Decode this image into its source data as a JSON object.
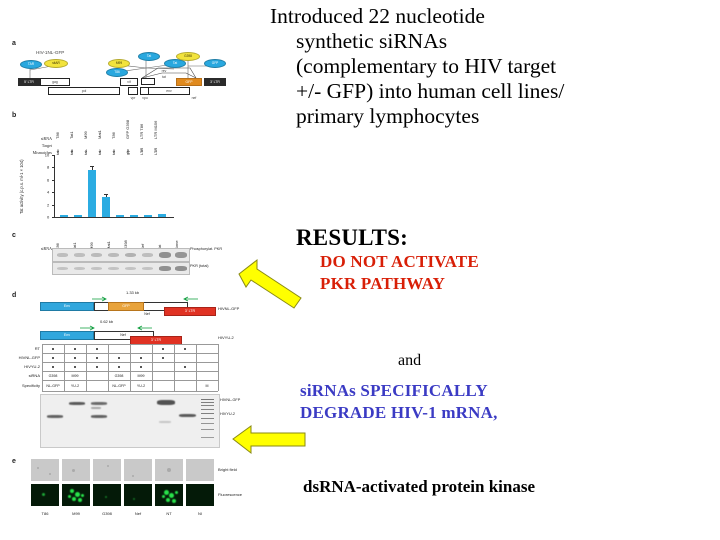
{
  "slide": {
    "title_lines": [
      "Introduced 22 nucleotide",
      "synthetic siRNAs",
      "(complementary to HIV target",
      "+/- GFP) into human cell lines/",
      "primary lymphocytes"
    ],
    "results_heading": "RESULTS:",
    "red_lines": [
      "DO NOT ACTIVATE",
      "PKR PATHWAY"
    ],
    "connector": "and",
    "blue_lines": [
      "siRNAs SPECIFICALLY",
      "DEGRADE HIV-1 mRNA,"
    ],
    "footnote": "dsRNA-activated protein kinase",
    "colors": {
      "red": "#d81f07",
      "blue": "#3b3bc4",
      "black": "#000000",
      "arrow_fill": "#ffff00",
      "arrow_stroke": "#808000",
      "bar_blue": "#2bace2",
      "bubble_blue": "#29a8df",
      "bubble_yellow": "#f2e33c",
      "construct_red": "#e03223",
      "construct_orange": "#e8a33c",
      "fluor_green": "#28e24a"
    }
  },
  "arrows": [
    {
      "name": "arrow-to-panel-c",
      "direction": "up-left"
    },
    {
      "name": "arrow-to-panel-d",
      "direction": "left"
    }
  ],
  "figure": {
    "panel_a": {
      "letter": "a",
      "construct_label": "HIV-1NL-GFP",
      "genes": [
        "5' LTR",
        "gag",
        "pol",
        "vif",
        "vpr",
        "vpu",
        "env",
        "tat",
        "rev",
        "GFP",
        "nef",
        "3' LTR"
      ],
      "site_bubbles": [
        {
          "label": "TAR",
          "color": "blue"
        },
        {
          "label": "sitAR",
          "color": "yellow"
        },
        {
          "label": "M99",
          "color": "yellow"
        },
        {
          "label": "T86",
          "color": "blue"
        },
        {
          "label": "Tat",
          "color": "blue"
        },
        {
          "label": "G398",
          "color": "yellow"
        },
        {
          "label": "GFP",
          "color": "blue"
        },
        {
          "label": "Nef",
          "color": "blue"
        }
      ]
    },
    "panel_b": {
      "letter": "b",
      "row_labels": [
        "siRNA",
        "Target",
        "Mismatches"
      ],
      "sirna": [
        "T86",
        "Tat1",
        "M99",
        "Mat1",
        "T86",
        "GFP G398",
        "LTR T86",
        "LTR M156"
      ],
      "target": [
        "tat",
        "tat",
        "tat",
        "tat",
        "tat",
        "gfp",
        "LTR",
        "LTR"
      ],
      "mismatches": [
        "0",
        "8",
        "4",
        "1",
        "0",
        "0",
        "0",
        "1"
      ],
      "axis_title": "Tat activity (c.p.s. ml-1 × 104)",
      "y_ticks": [
        "10",
        "8",
        "6",
        "4",
        "2",
        "0"
      ]
    },
    "panel_c": {
      "letter": "c",
      "row_label": "siRNA",
      "lanes": [
        "T86",
        "Tat1",
        "M99",
        "Mat1",
        "G398",
        "Nef",
        "Tat",
        "None"
      ],
      "blot_labels": [
        "Phosphorylat. PKR",
        "PKR (total)"
      ]
    },
    "panel_d": {
      "letter": "d",
      "band_sizes": [
        "1.33 kb",
        "0.62 kb"
      ],
      "construct_parts_top": [
        "Env",
        "GFP",
        "Nef",
        "3' LTR"
      ],
      "construct_parts_bottom": [
        "Env",
        "Nef",
        "3' LTR"
      ],
      "construct_names": [
        "HIVNL-GFP",
        "HIVYU-2"
      ],
      "table_rows": [
        "RT",
        "HIVNL-GFP",
        "HIVYU-2",
        "siRNA",
        "Specificity"
      ],
      "sirna_cells": [
        "G398",
        "M99",
        "",
        "G398",
        "M99",
        "",
        "",
        "",
        ""
      ],
      "specificity_cells": [
        "NL-GFP",
        "YU-2",
        "",
        "NL-GFP",
        "YU-2",
        "",
        "",
        "",
        "M"
      ],
      "gel_tags": [
        "HIVNL-GFP",
        "HIVYU-2"
      ],
      "marker_label": "M"
    },
    "panel_e": {
      "letter": "e",
      "row_labels": [
        "Bright field",
        "Fluorescence"
      ],
      "columns": [
        "T86",
        "M99",
        "G398",
        "Nef",
        "NT",
        "NI"
      ]
    }
  }
}
